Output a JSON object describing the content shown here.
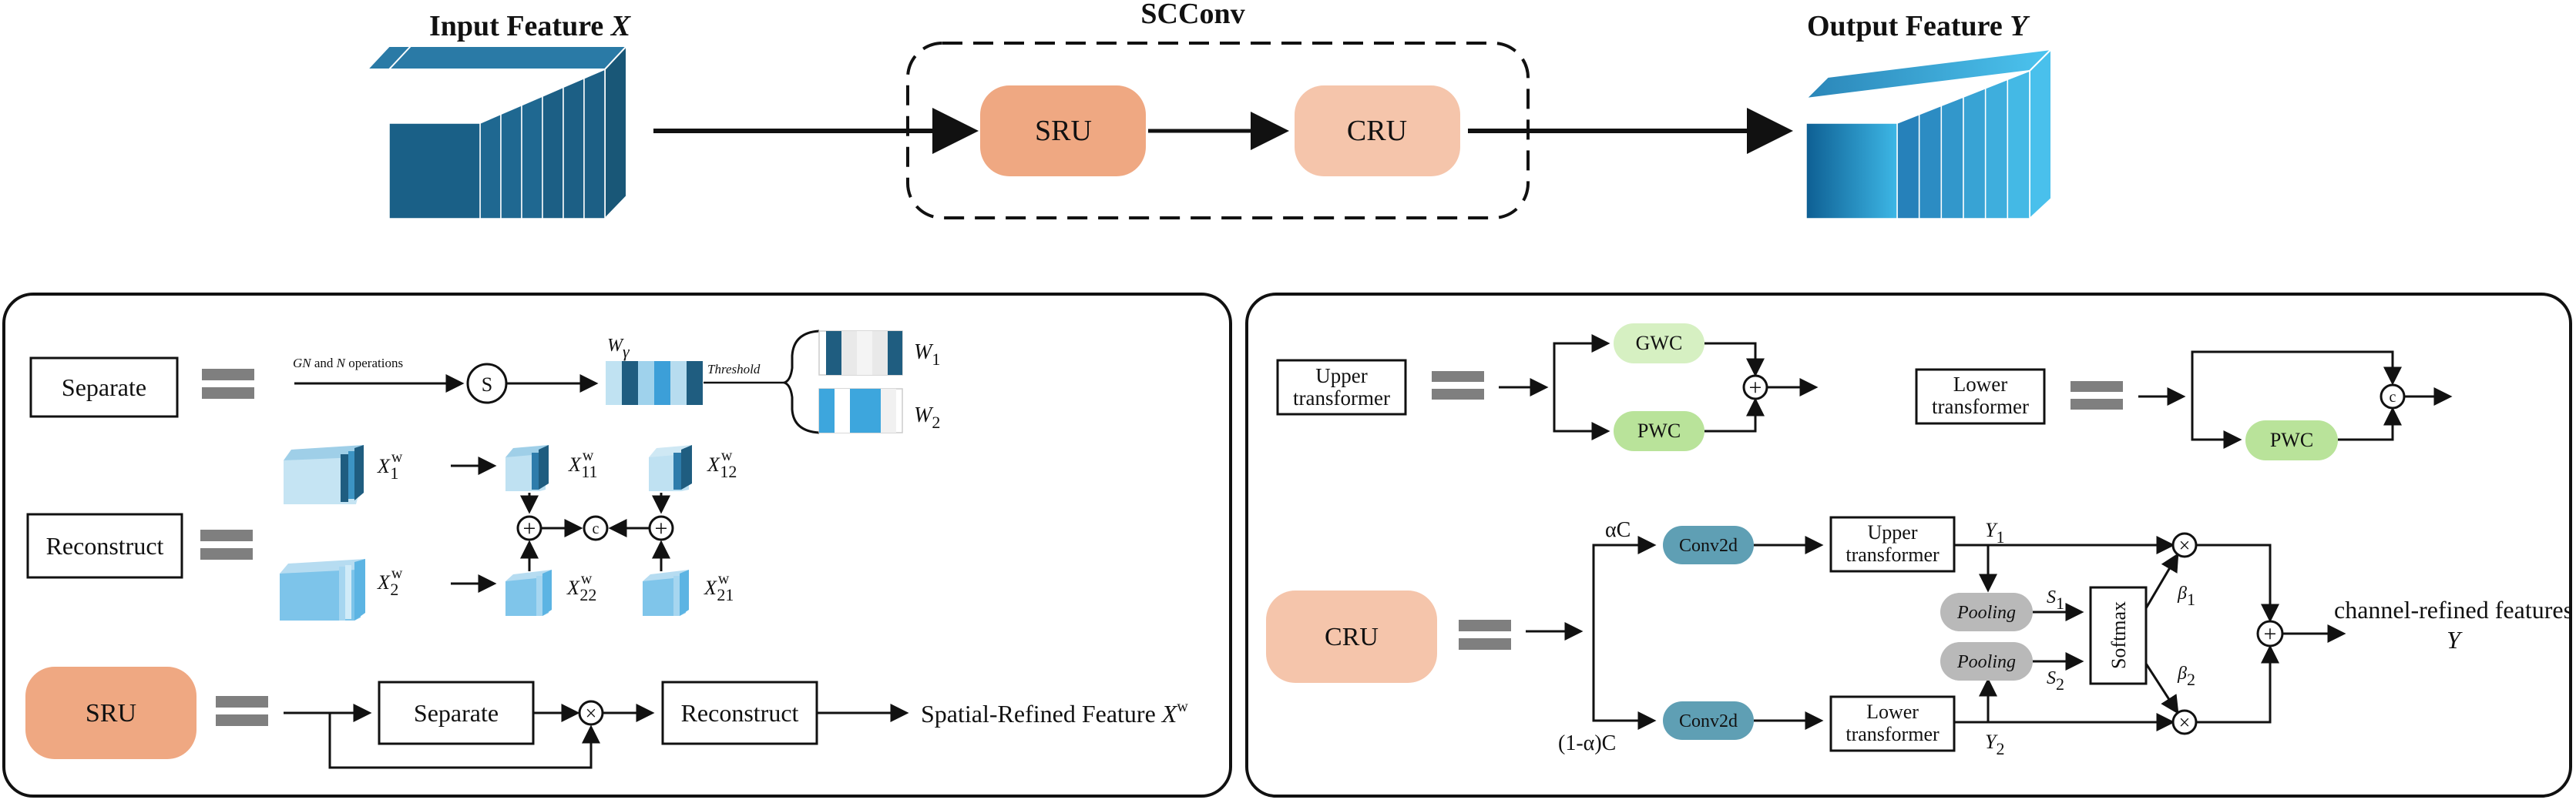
{
  "top": {
    "input_label": "Input Feature",
    "input_var": "X",
    "output_label": "Output Feature",
    "output_var": "Y",
    "scconv_title": "SCConv",
    "sru": "SRU",
    "cru": "CRU"
  },
  "sru_panel": {
    "separate_label": "Separate",
    "gn_text": "GN and N operations",
    "s_symbol": "S",
    "wgamma": "W",
    "wgamma_sub": "γ",
    "threshold": "Threshold",
    "w1": "W",
    "w1_sub": "1",
    "w2": "W",
    "w2_sub": "2",
    "reconstruct_label": "Reconstruct",
    "x": "X",
    "sup_w": "w",
    "sub_1": "1",
    "sub_2": "2",
    "sub_11": "11",
    "sub_12": "12",
    "sub_22": "22",
    "sub_21": "21",
    "plus": "+",
    "concat": "c",
    "times": "×",
    "sru_label": "SRU",
    "sru_separate": "Separate",
    "sru_reconstruct": "Reconstruct",
    "spatial_label": "Spatial-Refined Feature"
  },
  "cru_panel": {
    "upper_line1": "Upper",
    "upper_line2": "transformer",
    "gwc": "GWC",
    "pwc": "PWC",
    "lower_line1": "Lower",
    "lower_line2": "transformer",
    "cru_label": "CRU",
    "alpha_c": "αC",
    "one_minus_alpha_c": "(1-α)C",
    "conv2d": "Conv2d",
    "pooling": "Pooling",
    "softmax": "Softmax",
    "y": "Y",
    "s": "S",
    "beta": "β",
    "sub_1": "1",
    "sub_2": "2",
    "channel_label": "channel-refined features",
    "channel_var": "Y"
  },
  "colors": {
    "sru_fill": "#efa882",
    "cru_fill": "#f5c5ab",
    "gwc_fill": "#d6f0c2",
    "pwc_fill": "#b9e39a",
    "conv_fill": "#5f9fb4",
    "pool_fill": "#b9b9b9",
    "equals_fill": "#7f7f7f",
    "cube_dark": "#1d5a7d",
    "cube_light": "#3db0e0"
  }
}
